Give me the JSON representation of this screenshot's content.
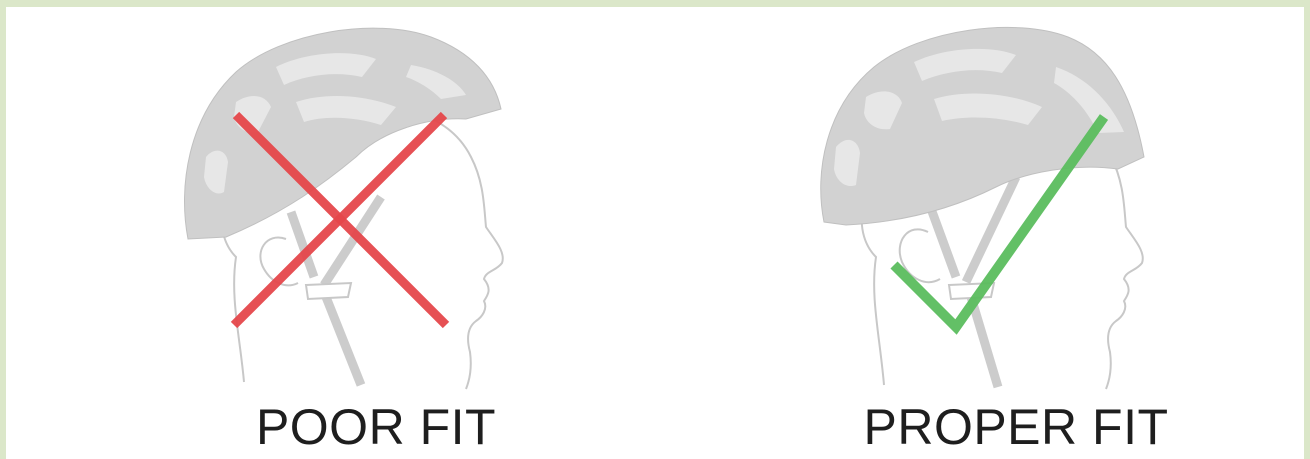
{
  "figure": {
    "background_color": "#dbe7c9",
    "panels": [
      {
        "caption": "POOR FIT",
        "mark": "cross",
        "mark_color": "#e5474b",
        "helmet_position": "high on head"
      },
      {
        "caption": "PROPER FIT",
        "mark": "check",
        "mark_color": "#5bbd5e",
        "helmet_position": "level on head"
      }
    ]
  }
}
